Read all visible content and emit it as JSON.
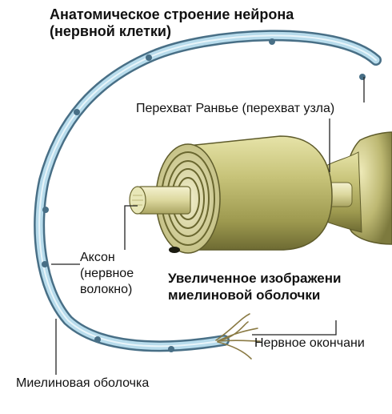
{
  "title": {
    "line1": "Анатомическое строение нейрона",
    "line2": "(нервной клетки)"
  },
  "labels": {
    "node": "Перехват Ранвье (перехват узла)",
    "axon": [
      "Аксон",
      "(нервное",
      "волокно)"
    ],
    "zoom": [
      "Увеличенное изображени",
      "миелиновой оболочки"
    ],
    "ending": "Нервное окончани",
    "sheath": "Миелиновая оболочка"
  },
  "colors": {
    "sheath": "#b8dcec",
    "sheath_edge": "#486f86",
    "myelin": "#bfbf6a",
    "axon_core": "#e8e7b8"
  }
}
